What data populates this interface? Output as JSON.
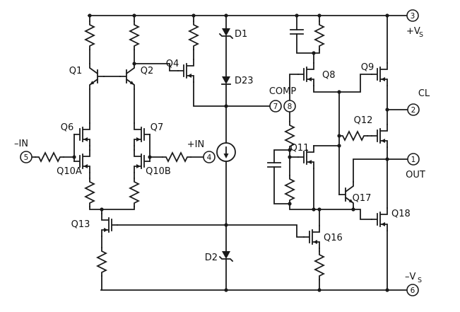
{
  "figure": {
    "type": "schematic",
    "description": "Simplified internal circuit diagram of an operational amplifier"
  },
  "components": {
    "q1": "Q1",
    "q2": "Q2",
    "q4": "Q4",
    "q6": "Q6",
    "q7": "Q7",
    "q8": "Q8",
    "q9": "Q9",
    "q10a": "Q10A",
    "q10b": "Q10B",
    "q11": "Q11",
    "q12": "Q12",
    "q13": "Q13",
    "q16": "Q16",
    "q17": "Q17",
    "q18": "Q18",
    "d1": "D1",
    "d2": "D2",
    "d23": "D23",
    "comp": "COMP"
  },
  "pins": {
    "p1": {
      "num": "1",
      "label": "OUT"
    },
    "p2": {
      "num": "2",
      "label": "CL"
    },
    "p3": {
      "num": "3",
      "base": "+V",
      "sub": "S"
    },
    "p4": {
      "num": "4",
      "label": "+IN"
    },
    "p5": {
      "num": "5",
      "label": "–IN"
    },
    "p6": {
      "num": "6",
      "base": "–V",
      "sub": "S"
    },
    "p7": {
      "num": "7"
    },
    "p8": {
      "num": "8"
    }
  },
  "colors": {
    "line": "#1a1a1a",
    "background": "#ffffff"
  }
}
